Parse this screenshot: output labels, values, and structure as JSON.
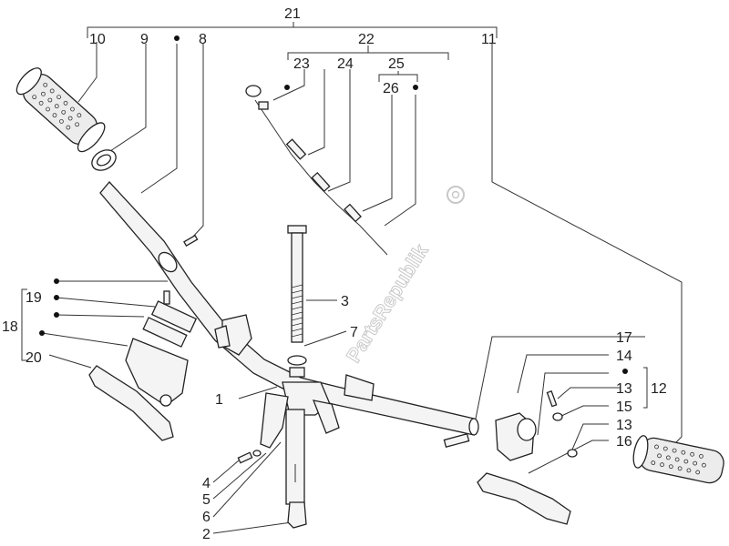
{
  "diagram": {
    "labels": {
      "l1": "1",
      "l2": "2",
      "l3": "3",
      "l4": "4",
      "l5": "5",
      "l6": "6",
      "l7": "7",
      "l8": "8",
      "l9": "9",
      "l10": "10",
      "l11": "11",
      "l12": "12",
      "l13a": "13",
      "l13b": "13",
      "l14": "14",
      "l15": "15",
      "l16": "16",
      "l17": "17",
      "l18": "18",
      "l19": "19",
      "l20": "20",
      "l21": "21",
      "l22": "22",
      "l23": "23",
      "l24": "24",
      "l25": "25",
      "l26": "26"
    },
    "watermark": "PartsRepublik"
  }
}
